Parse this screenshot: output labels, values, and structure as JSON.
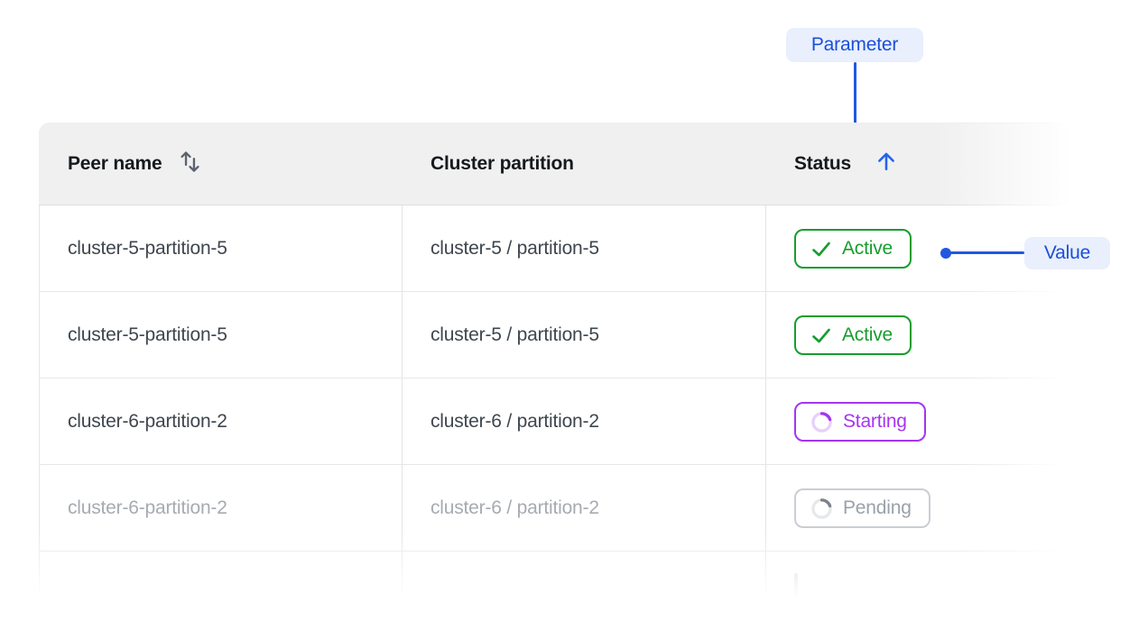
{
  "annotations": {
    "parameter_label": "Parameter",
    "value_label": "Value",
    "chip_background": "#e9effc",
    "chip_text_color": "#1b4fd8",
    "connector_color": "#2257e0"
  },
  "table": {
    "columns": [
      {
        "label": "Peer name",
        "sort_icon": "sort-both-icon",
        "sort_state": "sortable"
      },
      {
        "label": "Cluster partition",
        "sort_icon": "",
        "sort_state": "none"
      },
      {
        "label": "Status",
        "sort_icon": "arrow-up-icon",
        "sort_state": "ascending"
      }
    ],
    "rows": [
      {
        "peer_name": "cluster-5-partition-5",
        "cluster_partition": "cluster-5 / partition-5",
        "status": "Active",
        "status_icon": "check-icon",
        "variant": "active",
        "faded": false
      },
      {
        "peer_name": "cluster-5-partition-5",
        "cluster_partition": "cluster-5 / partition-5",
        "status": "Active",
        "status_icon": "check-icon",
        "variant": "active",
        "faded": false
      },
      {
        "peer_name": "cluster-6-partition-2",
        "cluster_partition": "cluster-6 / partition-2",
        "status": "Starting",
        "status_icon": "spinner-icon",
        "variant": "starting",
        "faded": false
      },
      {
        "peer_name": "cluster-6-partition-2",
        "cluster_partition": "cluster-6 / partition-2",
        "status": "Pending",
        "status_icon": "spinner-icon",
        "variant": "pending",
        "faded": true
      }
    ]
  },
  "colors": {
    "header_background": "#f0f0f1",
    "header_text": "#16191d",
    "body_text": "#3f464e",
    "faded_text": "#a7abb1",
    "border": "#e7e7e9",
    "status_active": "#169d2e",
    "status_starting": "#a435f2",
    "status_pending_border": "#caced3",
    "status_pending_text": "#9aa1aa",
    "sort_arrow_blue": "#2563eb",
    "sort_icon_gray": "#5b636e"
  }
}
